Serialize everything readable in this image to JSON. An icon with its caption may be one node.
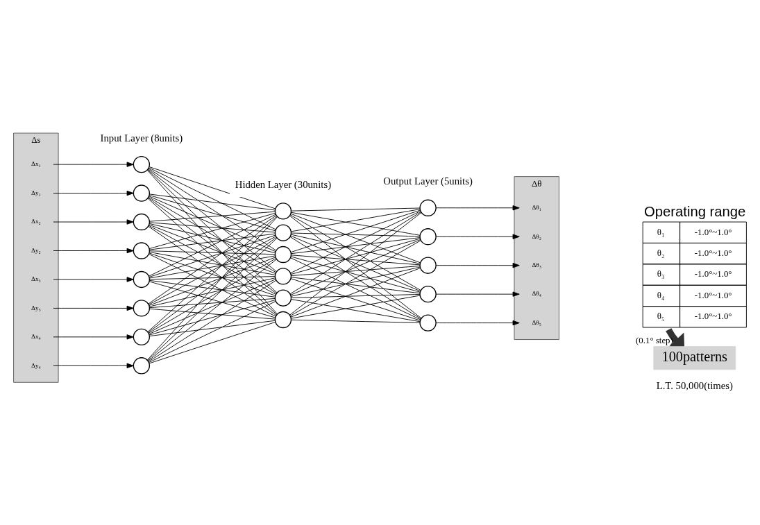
{
  "diagram": {
    "nodes": [
      {
        "text": [
          "Δs"
        ]
      },
      {
        "text": [
          "Δx₁"
        ],
        "in": 0
      },
      {
        "text": [
          "Δy₁"
        ],
        "in": 0
      },
      {
        "text": [
          "Δx₂"
        ],
        "in": 0
      },
      {
        "text": [
          "Δy₂"
        ],
        "in": 0
      },
      {
        "text": [
          "Δx₃"
        ],
        "in": 0
      },
      {
        "text": [
          "Δy₃"
        ],
        "in": 0
      },
      {
        "text": [
          "Δx₄"
        ],
        "in": 0
      },
      {
        "text": [
          "Δy₄"
        ],
        "in": 0
      },
      {
        "text": [],
        "shape": "circle"
      },
      {
        "text": [],
        "shape": "circle"
      },
      {
        "text": [],
        "shape": "circle"
      },
      {
        "text": [],
        "shape": "circle"
      },
      {
        "text": [],
        "shape": "circle"
      },
      {
        "text": [],
        "shape": "circle"
      },
      {
        "text": [],
        "shape": "circle"
      },
      {
        "text": [],
        "shape": "circle"
      },
      {
        "text": [],
        "shape": "circle"
      },
      {
        "text": [],
        "shape": "circle"
      },
      {
        "text": [],
        "shape": "circle"
      },
      {
        "text": [],
        "shape": "circle"
      },
      {
        "text": [],
        "shape": "circle"
      },
      {
        "text": [],
        "shape": "circle"
      },
      {
        "text": [],
        "shape": "circle"
      },
      {
        "text": [],
        "shape": "circle"
      },
      {
        "text": [],
        "shape": "circle"
      },
      {
        "text": [],
        "shape": "circle"
      },
      {
        "text": [],
        "shape": "circle"
      },
      {
        "text": [
          "Δθ"
        ]
      },
      {
        "text": [
          "Δθ₁"
        ],
        "in": 28
      },
      {
        "text": [
          "Δθ₂"
        ],
        "in": 28
      },
      {
        "text": [
          "Δθ₃"
        ],
        "in": 28
      },
      {
        "text": [
          "Δθ₄"
        ],
        "in": 28
      },
      {
        "text": [
          "Δθ₅"
        ],
        "in": 28
      },
      {
        "text": [
          "Operating range",
          "θ₁",
          "-1.0°~1.0°",
          "θ₂",
          "-1.0°~1.0°",
          "θ₃",
          "-1.0°~1.0°",
          "θ₄",
          "-1.0°~1.0°",
          "θ₅",
          "-1.0°~1.0°"
        ]
      },
      {
        "text": [
          "100patterns"
        ]
      }
    ],
    "edges": [
      {
        "from": 1,
        "to": 9,
        "arrow": "to"
      },
      {
        "from": 2,
        "to": 10,
        "arrow": "to"
      },
      {
        "from": 3,
        "to": 11,
        "arrow": "to"
      },
      {
        "from": 4,
        "to": 12,
        "arrow": "to"
      },
      {
        "from": 5,
        "to": 13,
        "arrow": "to"
      },
      {
        "from": 6,
        "to": 14,
        "arrow": "to"
      },
      {
        "from": 7,
        "to": 15,
        "arrow": "to"
      },
      {
        "from": 8,
        "to": 16,
        "arrow": "to"
      },
      {
        "from": 9,
        "to": 17,
        "arrow": "none"
      },
      {
        "from": 9,
        "to": 18,
        "arrow": "none"
      },
      {
        "from": 9,
        "to": 19,
        "arrow": "none"
      },
      {
        "from": 9,
        "to": 20,
        "arrow": "none"
      },
      {
        "from": 9,
        "to": 21,
        "arrow": "none"
      },
      {
        "from": 9,
        "to": 22,
        "arrow": "none"
      },
      {
        "from": 10,
        "to": 17,
        "arrow": "none"
      },
      {
        "from": 10,
        "to": 18,
        "arrow": "none"
      },
      {
        "from": 10,
        "to": 19,
        "arrow": "none"
      },
      {
        "from": 10,
        "to": 20,
        "arrow": "none"
      },
      {
        "from": 10,
        "to": 21,
        "arrow": "none"
      },
      {
        "from": 10,
        "to": 22,
        "arrow": "none"
      },
      {
        "from": 11,
        "to": 17,
        "arrow": "none"
      },
      {
        "from": 11,
        "to": 18,
        "arrow": "none"
      },
      {
        "from": 11,
        "to": 19,
        "arrow": "none"
      },
      {
        "from": 11,
        "to": 20,
        "arrow": "none"
      },
      {
        "from": 11,
        "to": 21,
        "arrow": "none"
      },
      {
        "from": 11,
        "to": 22,
        "arrow": "none"
      },
      {
        "from": 12,
        "to": 17,
        "arrow": "none"
      },
      {
        "from": 12,
        "to": 18,
        "arrow": "none"
      },
      {
        "from": 12,
        "to": 19,
        "arrow": "none"
      },
      {
        "from": 12,
        "to": 20,
        "arrow": "none"
      },
      {
        "from": 12,
        "to": 21,
        "arrow": "none"
      },
      {
        "from": 12,
        "to": 22,
        "arrow": "none"
      },
      {
        "from": 13,
        "to": 17,
        "arrow": "none"
      },
      {
        "from": 13,
        "to": 18,
        "arrow": "none"
      },
      {
        "from": 13,
        "to": 19,
        "arrow": "none"
      },
      {
        "from": 13,
        "to": 20,
        "arrow": "none"
      },
      {
        "from": 13,
        "to": 21,
        "arrow": "none"
      },
      {
        "from": 13,
        "to": 22,
        "arrow": "none"
      },
      {
        "from": 14,
        "to": 17,
        "arrow": "none"
      },
      {
        "from": 14,
        "to": 18,
        "arrow": "none"
      },
      {
        "from": 14,
        "to": 19,
        "arrow": "none"
      },
      {
        "from": 14,
        "to": 20,
        "arrow": "none"
      },
      {
        "from": 14,
        "to": 21,
        "arrow": "none"
      },
      {
        "from": 14,
        "to": 22,
        "arrow": "none"
      },
      {
        "from": 15,
        "to": 17,
        "arrow": "none"
      },
      {
        "from": 15,
        "to": 18,
        "arrow": "none"
      },
      {
        "from": 15,
        "to": 19,
        "arrow": "none"
      },
      {
        "from": 15,
        "to": 20,
        "arrow": "none"
      },
      {
        "from": 15,
        "to": 21,
        "arrow": "none"
      },
      {
        "from": 15,
        "to": 22,
        "arrow": "none"
      },
      {
        "from": 16,
        "to": 17,
        "arrow": "none"
      },
      {
        "from": 16,
        "to": 18,
        "arrow": "none"
      },
      {
        "from": 16,
        "to": 19,
        "arrow": "none"
      },
      {
        "from": 16,
        "to": 20,
        "arrow": "none"
      },
      {
        "from": 16,
        "to": 21,
        "arrow": "none"
      },
      {
        "from": 16,
        "to": 22,
        "arrow": "none"
      },
      {
        "from": 17,
        "to": 23,
        "arrow": "none"
      },
      {
        "from": 17,
        "to": 24,
        "arrow": "none"
      },
      {
        "from": 17,
        "to": 25,
        "arrow": "none"
      },
      {
        "from": 17,
        "to": 26,
        "arrow": "none"
      },
      {
        "from": 17,
        "to": 27,
        "arrow": "none"
      },
      {
        "from": 18,
        "to": 23,
        "arrow": "none"
      },
      {
        "from": 18,
        "to": 24,
        "arrow": "none"
      },
      {
        "from": 18,
        "to": 25,
        "arrow": "none"
      },
      {
        "from": 18,
        "to": 26,
        "arrow": "none"
      },
      {
        "from": 18,
        "to": 27,
        "arrow": "none"
      },
      {
        "from": 19,
        "to": 23,
        "arrow": "none"
      },
      {
        "from": 19,
        "to": 24,
        "arrow": "none"
      },
      {
        "from": 19,
        "to": 25,
        "arrow": "none"
      },
      {
        "from": 19,
        "to": 26,
        "arrow": "none"
      },
      {
        "from": 19,
        "to": 27,
        "arrow": "none"
      },
      {
        "from": 20,
        "to": 23,
        "arrow": "none"
      },
      {
        "from": 20,
        "to": 24,
        "arrow": "none"
      },
      {
        "from": 20,
        "to": 25,
        "arrow": "none"
      },
      {
        "from": 20,
        "to": 26,
        "arrow": "none"
      },
      {
        "from": 20,
        "to": 27,
        "arrow": "none"
      },
      {
        "from": 21,
        "to": 23,
        "arrow": "none"
      },
      {
        "from": 21,
        "to": 24,
        "arrow": "none"
      },
      {
        "from": 21,
        "to": 25,
        "arrow": "none"
      },
      {
        "from": 21,
        "to": 26,
        "arrow": "none"
      },
      {
        "from": 21,
        "to": 27,
        "arrow": "none"
      },
      {
        "from": 22,
        "to": 23,
        "arrow": "none"
      },
      {
        "from": 22,
        "to": 24,
        "arrow": "none"
      },
      {
        "from": 22,
        "to": 25,
        "arrow": "none"
      },
      {
        "from": 22,
        "to": 26,
        "arrow": "none"
      },
      {
        "from": 22,
        "to": 27,
        "arrow": "none"
      },
      {
        "from": 23,
        "to": 29,
        "arrow": "to"
      },
      {
        "from": 24,
        "to": 30,
        "arrow": "to"
      },
      {
        "from": 25,
        "to": 31,
        "arrow": "to"
      },
      {
        "from": 26,
        "to": 32,
        "arrow": "to"
      },
      {
        "from": 27,
        "to": 33,
        "arrow": "to"
      },
      {
        "from": 34,
        "to": 35,
        "arrow": "to",
        "label": "(0.1° step)",
        "style": "thick"
      }
    ],
    "labels": [
      "Input Layer (8units)",
      "Hidden Layer (30units)",
      "Output Layer (5units)",
      "L.T. 50,000(times)"
    ]
  }
}
